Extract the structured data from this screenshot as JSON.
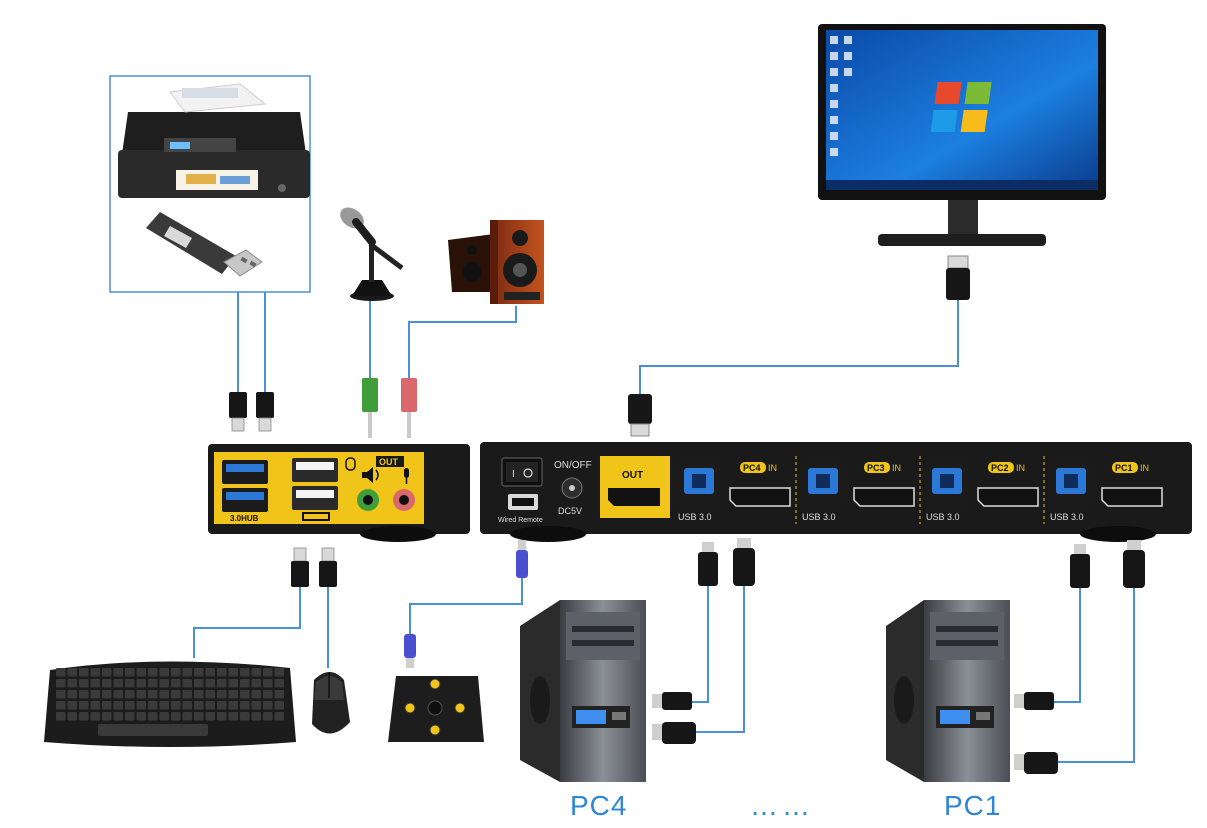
{
  "hub_panel": {
    "usb_label": "3.0HUB",
    "out_label": "OUT"
  },
  "kvm_panel": {
    "power_label": "ON/OFF",
    "dc_label": "DC5V",
    "remote_label": "Wired Remote",
    "out_label": "OUT",
    "ports": [
      {
        "pc": "PC4",
        "in": "IN",
        "usb": "USB 3.0"
      },
      {
        "pc": "PC3",
        "in": "IN",
        "usb": "USB 3.0"
      },
      {
        "pc": "PC2",
        "in": "IN",
        "usb": "USB 3.0"
      },
      {
        "pc": "PC1",
        "in": "IN",
        "usb": "USB 3.0"
      }
    ]
  },
  "computers": {
    "left_label": "PC4",
    "right_label": "PC1",
    "ellipsis": "……"
  },
  "colors": {
    "cable": "#4a90d9",
    "accent": "#f0c419",
    "panel": "#1a1a1a",
    "label": "#2f86d6"
  },
  "icons": [
    "printer-icon",
    "usb-drive-icon",
    "microphone-icon",
    "speaker-icon",
    "monitor-icon",
    "keyboard-icon",
    "mouse-icon",
    "remote-switch-icon",
    "pc-tower-icon"
  ]
}
